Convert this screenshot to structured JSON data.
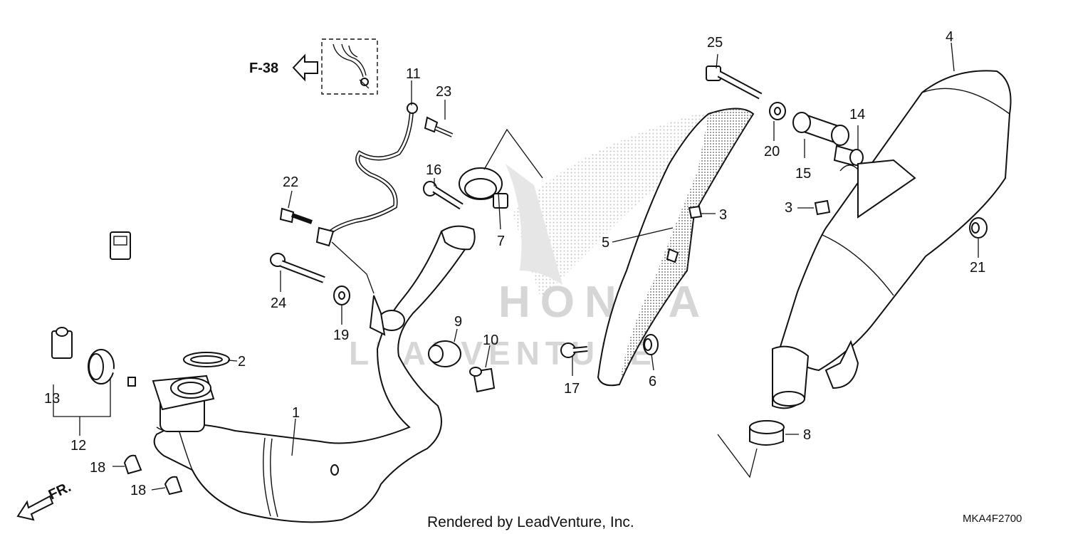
{
  "diagram": {
    "cross_reference": "F-38",
    "front_marker": "FR.",
    "footer_credit": "Rendered by LeadVenture, Inc.",
    "diagram_code": "MKA4F2700",
    "watermark": {
      "brand": "HONDA",
      "dealer": "LEADVENTURE"
    },
    "callouts": [
      {
        "id": "c1",
        "label": "1"
      },
      {
        "id": "c2",
        "label": "2"
      },
      {
        "id": "c3a",
        "label": "3"
      },
      {
        "id": "c3b",
        "label": "3"
      },
      {
        "id": "c4",
        "label": "4"
      },
      {
        "id": "c5",
        "label": "5"
      },
      {
        "id": "c6",
        "label": "6"
      },
      {
        "id": "c7",
        "label": "7"
      },
      {
        "id": "c8",
        "label": "8"
      },
      {
        "id": "c9",
        "label": "9"
      },
      {
        "id": "c10",
        "label": "10"
      },
      {
        "id": "c11",
        "label": "11"
      },
      {
        "id": "c12",
        "label": "12"
      },
      {
        "id": "c13",
        "label": "13"
      },
      {
        "id": "c14",
        "label": "14"
      },
      {
        "id": "c15",
        "label": "15"
      },
      {
        "id": "c16",
        "label": "16"
      },
      {
        "id": "c17",
        "label": "17"
      },
      {
        "id": "c18a",
        "label": "18"
      },
      {
        "id": "c18b",
        "label": "18"
      },
      {
        "id": "c19",
        "label": "19"
      },
      {
        "id": "c20",
        "label": "20"
      },
      {
        "id": "c21",
        "label": "21"
      },
      {
        "id": "c22",
        "label": "22"
      },
      {
        "id": "c23",
        "label": "23"
      },
      {
        "id": "c24",
        "label": "24"
      },
      {
        "id": "c25",
        "label": "25"
      }
    ]
  }
}
